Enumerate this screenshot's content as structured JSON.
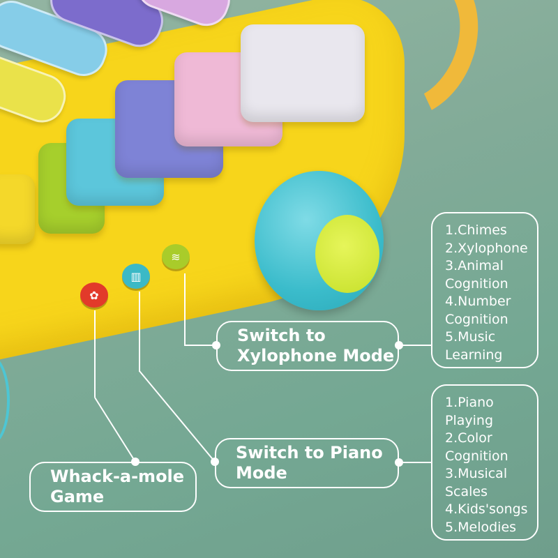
{
  "labels": {
    "xylophone_mode": {
      "line1": "Switch to",
      "line2": "Xylophone Mode"
    },
    "piano_mode": {
      "line1": "Switch to Piano",
      "line2": "Mode"
    },
    "whack_a_mole": {
      "line1": "Whack-a-mole",
      "line2": "Game"
    }
  },
  "xylophone_features": [
    "1.Chimes",
    "2.Xylophone",
    "3.Animal",
    "Cognition",
    "4.Number",
    "Cognition",
    "5.Music",
    "Learning"
  ],
  "piano_features": [
    "1.Piano",
    "Playing",
    "2.Color",
    "Cognition",
    "3.Musical",
    "Scales",
    "4.Kids'songs",
    "5.Melodies"
  ],
  "buttons": [
    {
      "name": "whack-a-mole-button",
      "color": "#e23a2a",
      "icon": "mole-icon"
    },
    {
      "name": "piano-mode-button",
      "color": "#3bb9c6",
      "icon": "piano-icon"
    },
    {
      "name": "xylophone-mode-button",
      "color": "#a9cc2a",
      "icon": "xylophone-icon"
    }
  ],
  "colors": {
    "background": "#7fa995",
    "toy_yellow": "#f7d51b",
    "wheel_teal": "#3bbccb",
    "hub_lime": "#c6e02a"
  }
}
